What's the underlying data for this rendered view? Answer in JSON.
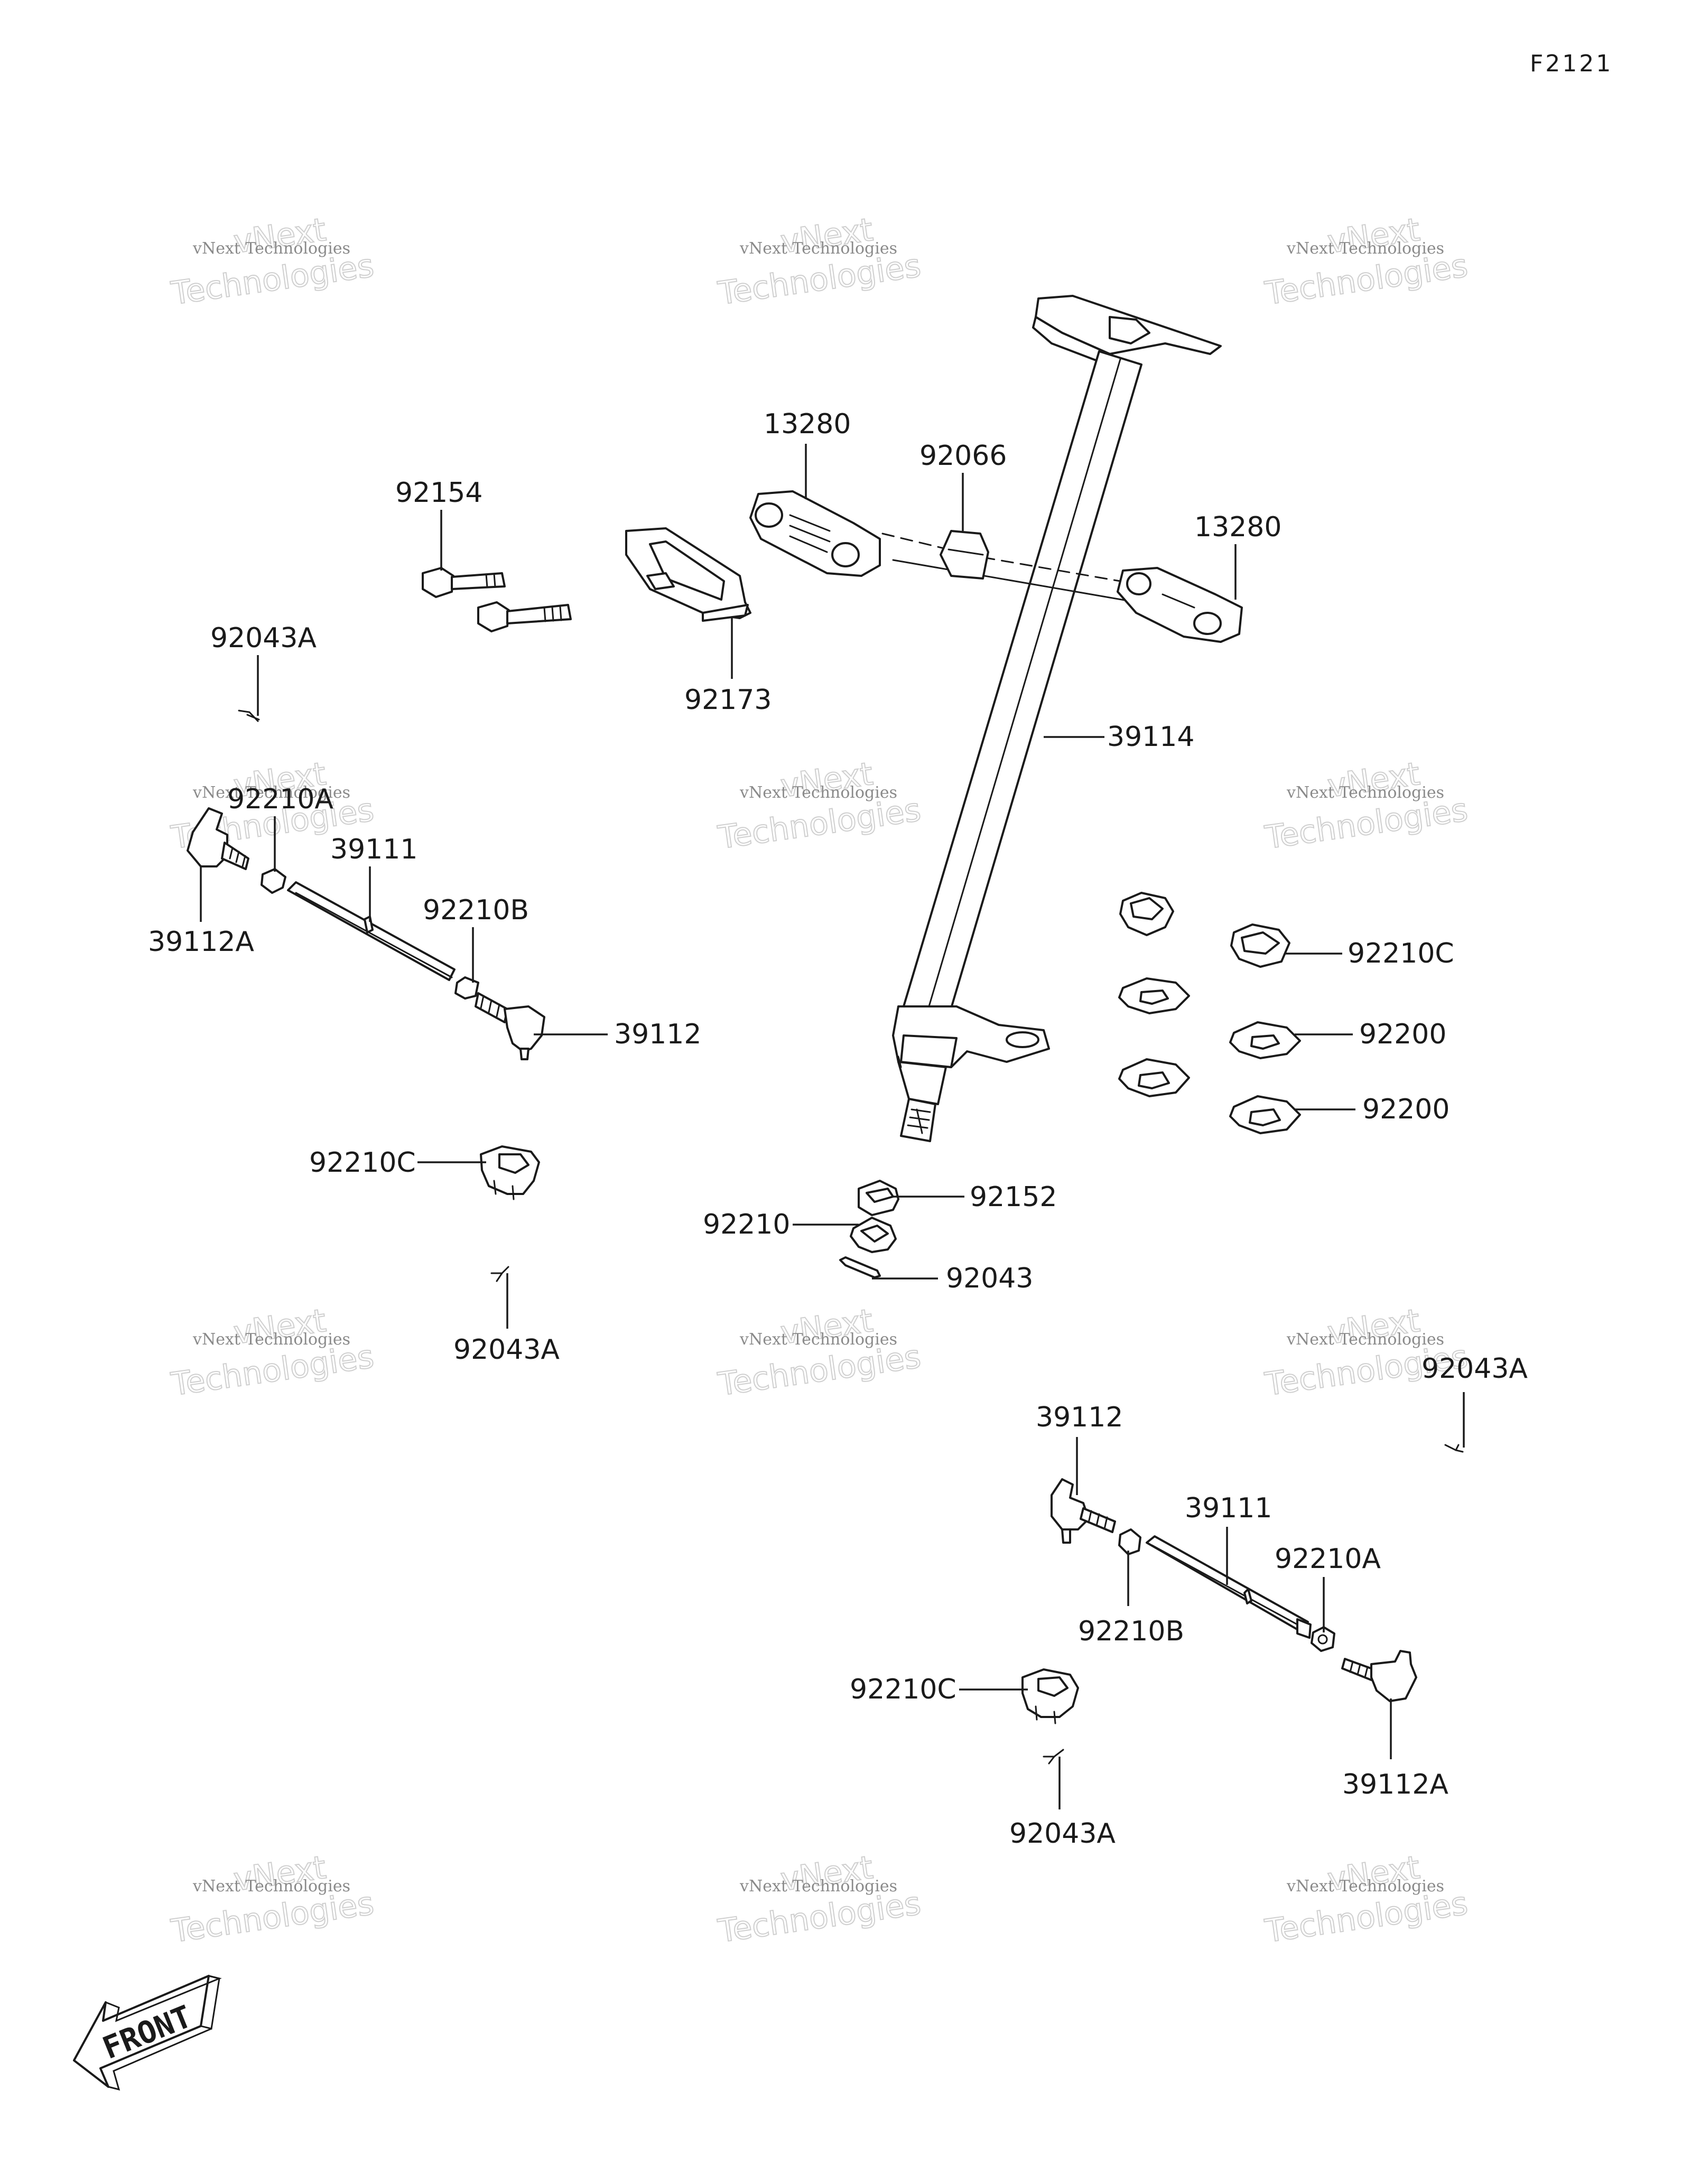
{
  "diagram_code": "F2121",
  "front_label": "FRONT",
  "watermark": {
    "line1": "vNext Technologies",
    "line2": "Technologies",
    "line3": "vNext"
  },
  "labels": {
    "l13280_a": "13280",
    "l13280_b": "13280",
    "l92066": "92066",
    "l92154": "92154",
    "l92173": "92173",
    "l39114": "39114",
    "l92043A_1": "92043A",
    "l92210A_1": "92210A",
    "l39111_1": "39111",
    "l39112A_1": "39112A",
    "l92210B_1": "92210B",
    "l39112_1": "39112",
    "l92210C_1": "92210C",
    "l92043A_2": "92043A",
    "l92210C_2": "92210C",
    "l92200_1": "92200",
    "l92200_2": "92200",
    "l92152": "92152",
    "l92210": "92210",
    "l92043": "92043",
    "l92043A_3": "92043A",
    "l39112_2": "39112",
    "l39111_2": "39111",
    "l92210A_2": "92210A",
    "l92210B_2": "92210B",
    "l92210C_3": "92210C",
    "l39112A_2": "39112A",
    "l92043A_4": "92043A"
  }
}
